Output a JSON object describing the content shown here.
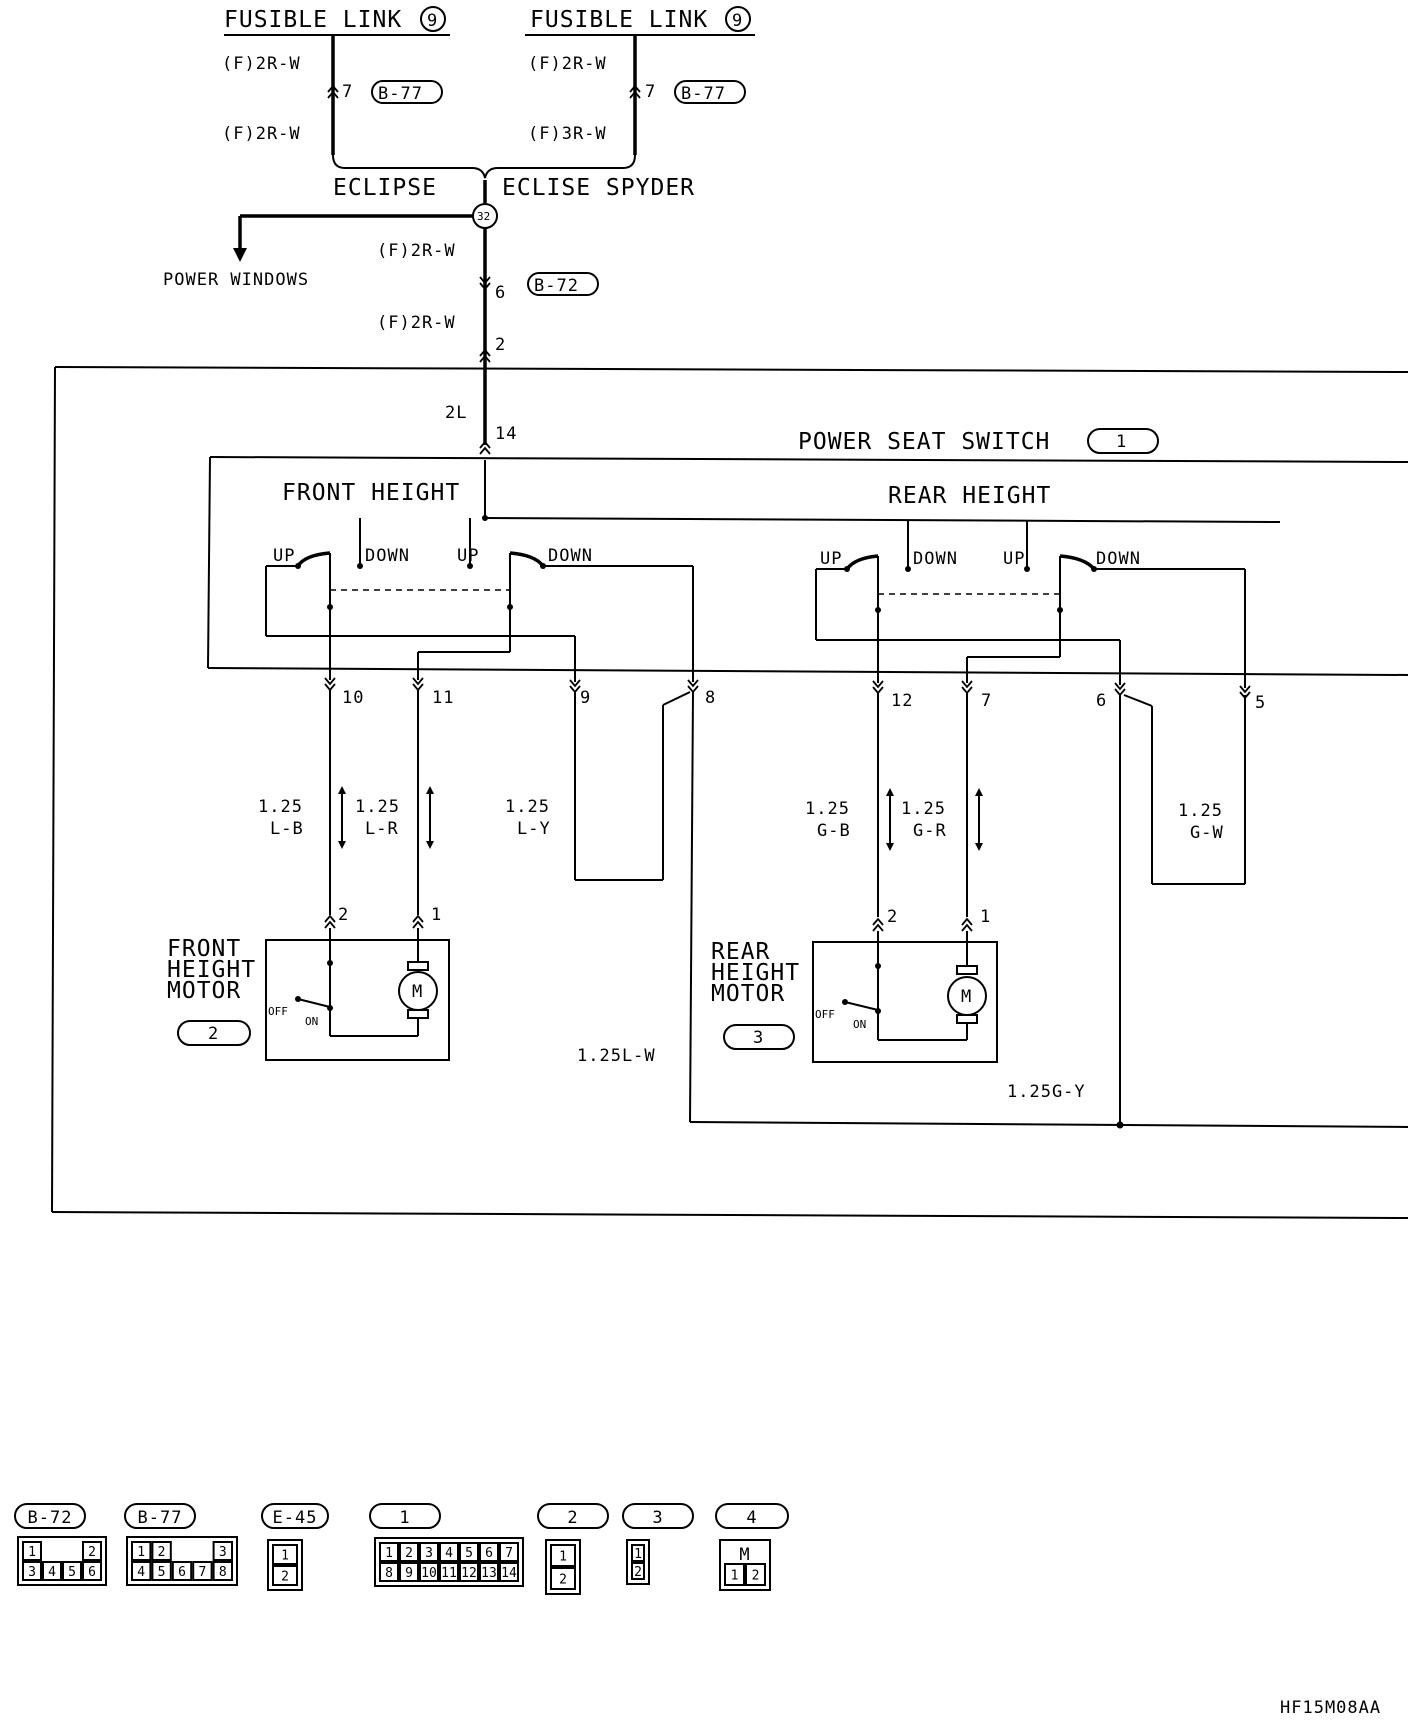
{
  "sources": {
    "left": {
      "title": "FUSIBLE LINK",
      "num": "9",
      "wire_top": "(F)2R-W",
      "wire_bottom": "(F)2R-W",
      "pin": "7",
      "connector": "B-77"
    },
    "right": {
      "title": "FUSIBLE LINK",
      "num": "9",
      "wire_top": "(F)2R-W",
      "wire_bottom": "(F)3R-W",
      "pin": "7",
      "connector": "B-77"
    },
    "variant_left": "ECLIPSE",
    "variant_right": "ECLISE SPYDER"
  },
  "junction": "32",
  "power_windows": "POWER WINDOWS",
  "feed": {
    "wire_top": "(F)2R-W",
    "pin_top": "6",
    "connector": "B-72",
    "wire_bottom": "(F)2R-W",
    "pin_bottom": "2",
    "inner_wire": "2L",
    "inner_pin": "14"
  },
  "switch": {
    "title": "POWER SEAT SWITCH",
    "ref": "1",
    "front": {
      "title": "FRONT HEIGHT",
      "up1": "UP",
      "down1": "DOWN",
      "up2": "UP",
      "down2": "DOWN"
    },
    "rear": {
      "title": "REAR HEIGHT",
      "up1": "UP",
      "down1": "DOWN",
      "up2": "UP",
      "down2": "DOWN"
    },
    "pins": [
      "10",
      "11",
      "9",
      "8",
      "12",
      "7",
      "6",
      "5"
    ]
  },
  "wires": {
    "lb": {
      "size": "1.25",
      "color": "L-B"
    },
    "lr": {
      "size": "1.25",
      "color": "L-R"
    },
    "ly": {
      "size": "1.25",
      "color": "L-Y"
    },
    "gb": {
      "size": "1.25",
      "color": "G-B"
    },
    "gr": {
      "size": "1.25",
      "color": "G-R"
    },
    "gw": {
      "size": "1.25",
      "color": "G-W"
    },
    "lw": "1.25L-W",
    "gy": "1.25G-Y"
  },
  "front_motor": {
    "line1": "FRONT",
    "line2": "HEIGHT",
    "line3": "MOTOR",
    "ref": "2",
    "pin_a": "2",
    "pin_b": "1",
    "off": "OFF",
    "on": "ON",
    "symbol": "M"
  },
  "rear_motor": {
    "line1": "REAR",
    "line2": "HEIGHT",
    "line3": "MOTOR",
    "ref": "3",
    "pin_a": "2",
    "pin_b": "1",
    "off": "OFF",
    "on": "ON",
    "symbol": "M"
  },
  "connectors": [
    {
      "label": "B-72",
      "pins": [
        "1",
        "2",
        "3",
        "4",
        "5",
        "6"
      ]
    },
    {
      "label": "B-77",
      "pins": [
        "1",
        "2",
        "3",
        "4",
        "5",
        "6",
        "7",
        "8"
      ]
    },
    {
      "label": "E-45",
      "pins": [
        "1",
        "2"
      ]
    },
    {
      "label": "1",
      "pins": [
        "1",
        "2",
        "3",
        "4",
        "5",
        "6",
        "7",
        "8",
        "9",
        "10",
        "11",
        "12",
        "13",
        "14"
      ]
    },
    {
      "label": "2",
      "pins": [
        "1",
        "2"
      ]
    },
    {
      "label": "3",
      "pins": [
        "1",
        "2"
      ]
    },
    {
      "label": "4",
      "pins": [
        "1",
        "2"
      ],
      "symbol": "M"
    }
  ],
  "figure_code": "HF15M08AA"
}
